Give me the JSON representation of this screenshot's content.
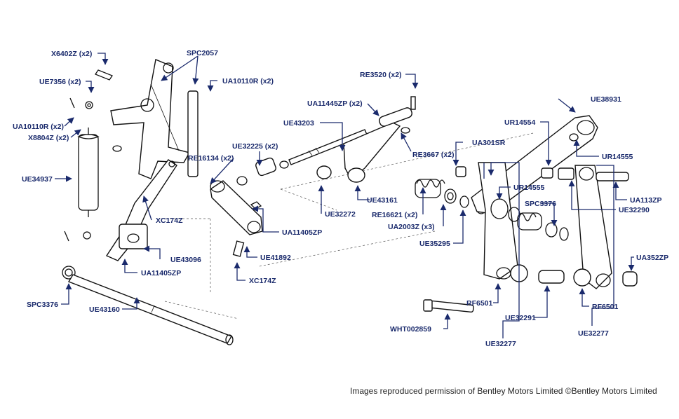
{
  "callouts": [
    {
      "id": "x6402z",
      "text": "X6402Z (x2)"
    },
    {
      "id": "spc2057",
      "text": "SPC2057"
    },
    {
      "id": "ue7356",
      "text": "UE7356 (x2)"
    },
    {
      "id": "ua10110r_left",
      "text": "UA10110R (x2)"
    },
    {
      "id": "ua10110r_right",
      "text": "UA10110R (x2)"
    },
    {
      "id": "x8804z",
      "text": "X8804Z (x2)"
    },
    {
      "id": "ue34937",
      "text": "UE34937"
    },
    {
      "id": "xc174z_left",
      "text": "XC174Z"
    },
    {
      "id": "ue43096",
      "text": "UE43096"
    },
    {
      "id": "ua11405zp_left",
      "text": "UA11405ZP"
    },
    {
      "id": "spc3376_left",
      "text": "SPC3376"
    },
    {
      "id": "ue43160",
      "text": "UE43160"
    },
    {
      "id": "re16134",
      "text": "RE16134 (x2)"
    },
    {
      "id": "ue32225",
      "text": "UE32225 (x2)"
    },
    {
      "id": "ue43203",
      "text": "UE43203"
    },
    {
      "id": "ua11445zp",
      "text": "UA11445ZP (x2)"
    },
    {
      "id": "re3520",
      "text": "RE3520 (x2)"
    },
    {
      "id": "ue43161",
      "text": "UE43161"
    },
    {
      "id": "ue32272",
      "text": "UE32272"
    },
    {
      "id": "ua11405zp_mid",
      "text": "UA11405ZP"
    },
    {
      "id": "ue41892",
      "text": "UE41892"
    },
    {
      "id": "xc174z_mid",
      "text": "XC174Z"
    },
    {
      "id": "re3667",
      "text": "RE3667 (x2)"
    },
    {
      "id": "ua301sr",
      "text": "UA301SR"
    },
    {
      "id": "re16621",
      "text": "RE16621 (x2)"
    },
    {
      "id": "ua2003z",
      "text": "UA2003Z (x3)"
    },
    {
      "id": "ue35295",
      "text": "UE35295"
    },
    {
      "id": "ue38931",
      "text": "UE38931"
    },
    {
      "id": "ur14554",
      "text": "UR14554"
    },
    {
      "id": "ur14555_top",
      "text": "UR14555"
    },
    {
      "id": "ur14555_mid",
      "text": "UR14555"
    },
    {
      "id": "ua113zp",
      "text": "UA113ZP"
    },
    {
      "id": "spc3376_right",
      "text": "SPC3376"
    },
    {
      "id": "ue32290",
      "text": "UE32290"
    },
    {
      "id": "ua352zp",
      "text": "UA352ZP"
    },
    {
      "id": "rf6501_left",
      "text": "RF6501"
    },
    {
      "id": "rf6501_right",
      "text": "RF6501"
    },
    {
      "id": "wht002859",
      "text": "WHT002859"
    },
    {
      "id": "ue32291",
      "text": "UE32291"
    },
    {
      "id": "ue32277_left",
      "text": "UE32277"
    },
    {
      "id": "ue32277_right",
      "text": "UE32277"
    }
  ],
  "credit": "Images reproduced permission of Bentley Motors Limited ©Bentley Motors Limited",
  "colors": {
    "label": "#1a2a6c",
    "line": "#1a2a6c",
    "ink": "#111111",
    "background": "#ffffff"
  }
}
